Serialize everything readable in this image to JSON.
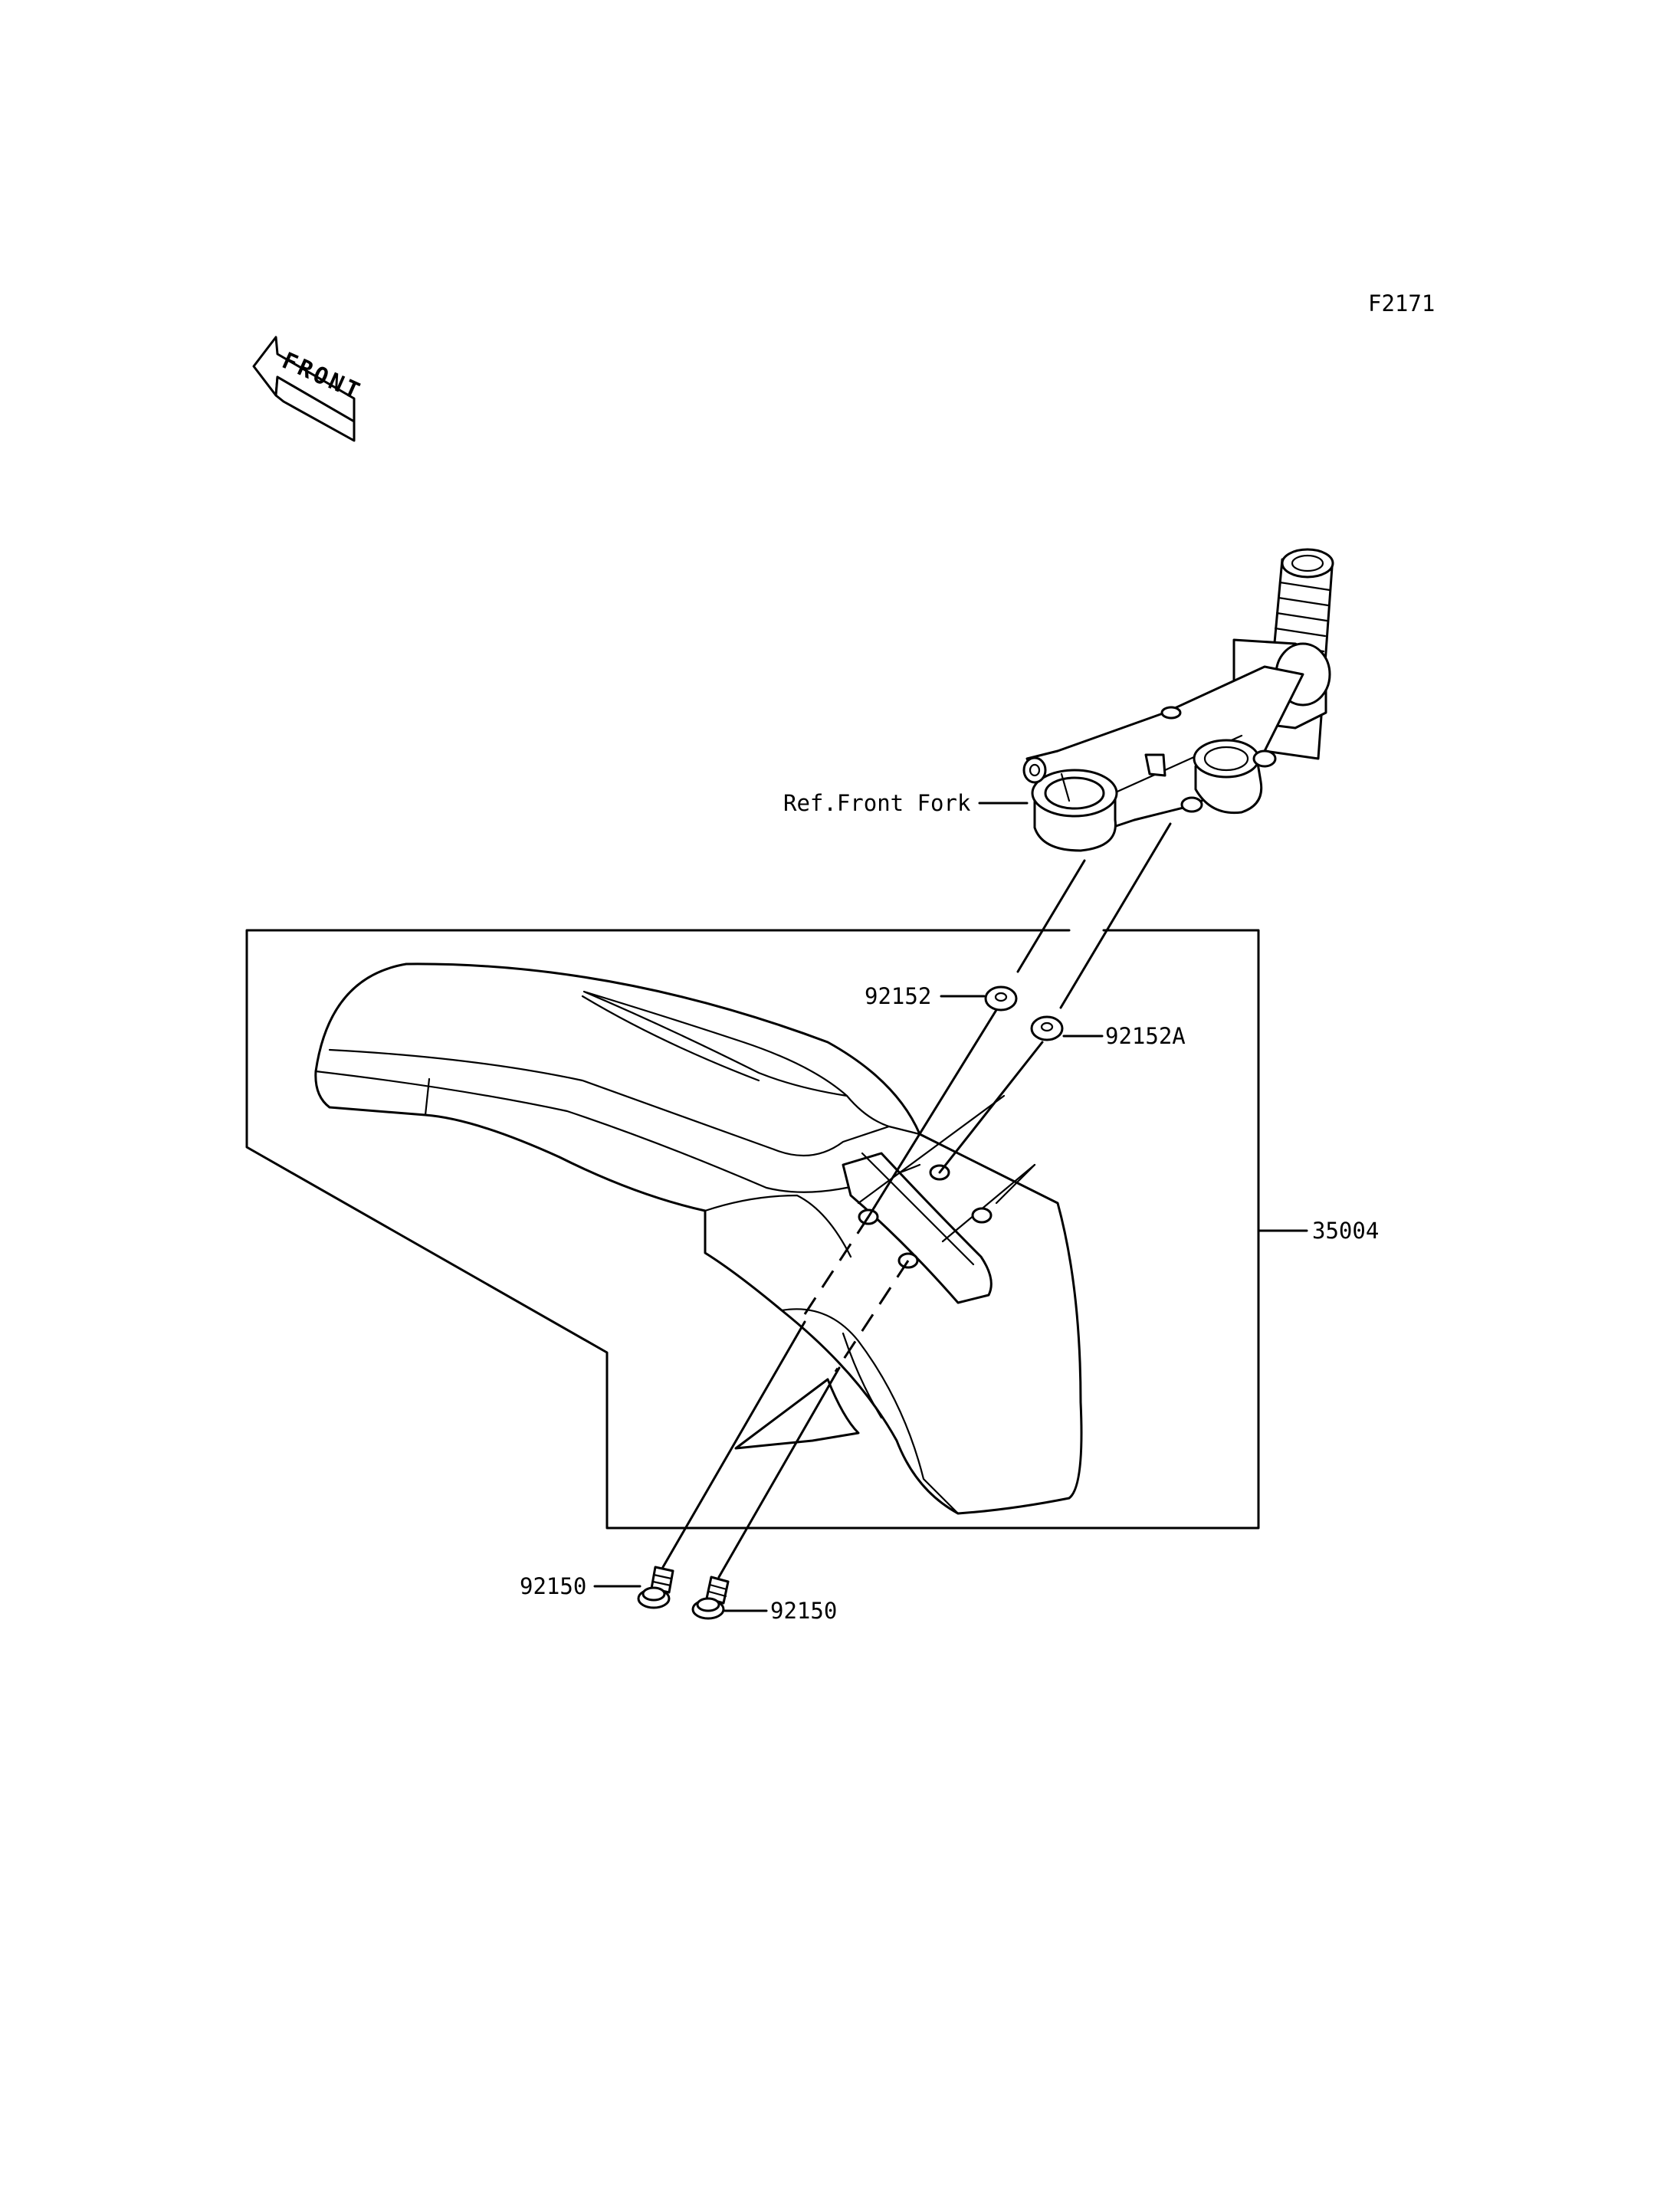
{
  "figure_code": "F2171",
  "front_arrow_label": "FRONT",
  "callouts": {
    "ref_front_fork": "Ref.Front Fork",
    "washer_left": "92152",
    "washer_right": "92152A",
    "fender_assembly": "35004",
    "bolt_left": "92150",
    "bolt_right": "92150"
  },
  "colors": {
    "line": "#000000",
    "background": "#ffffff"
  }
}
